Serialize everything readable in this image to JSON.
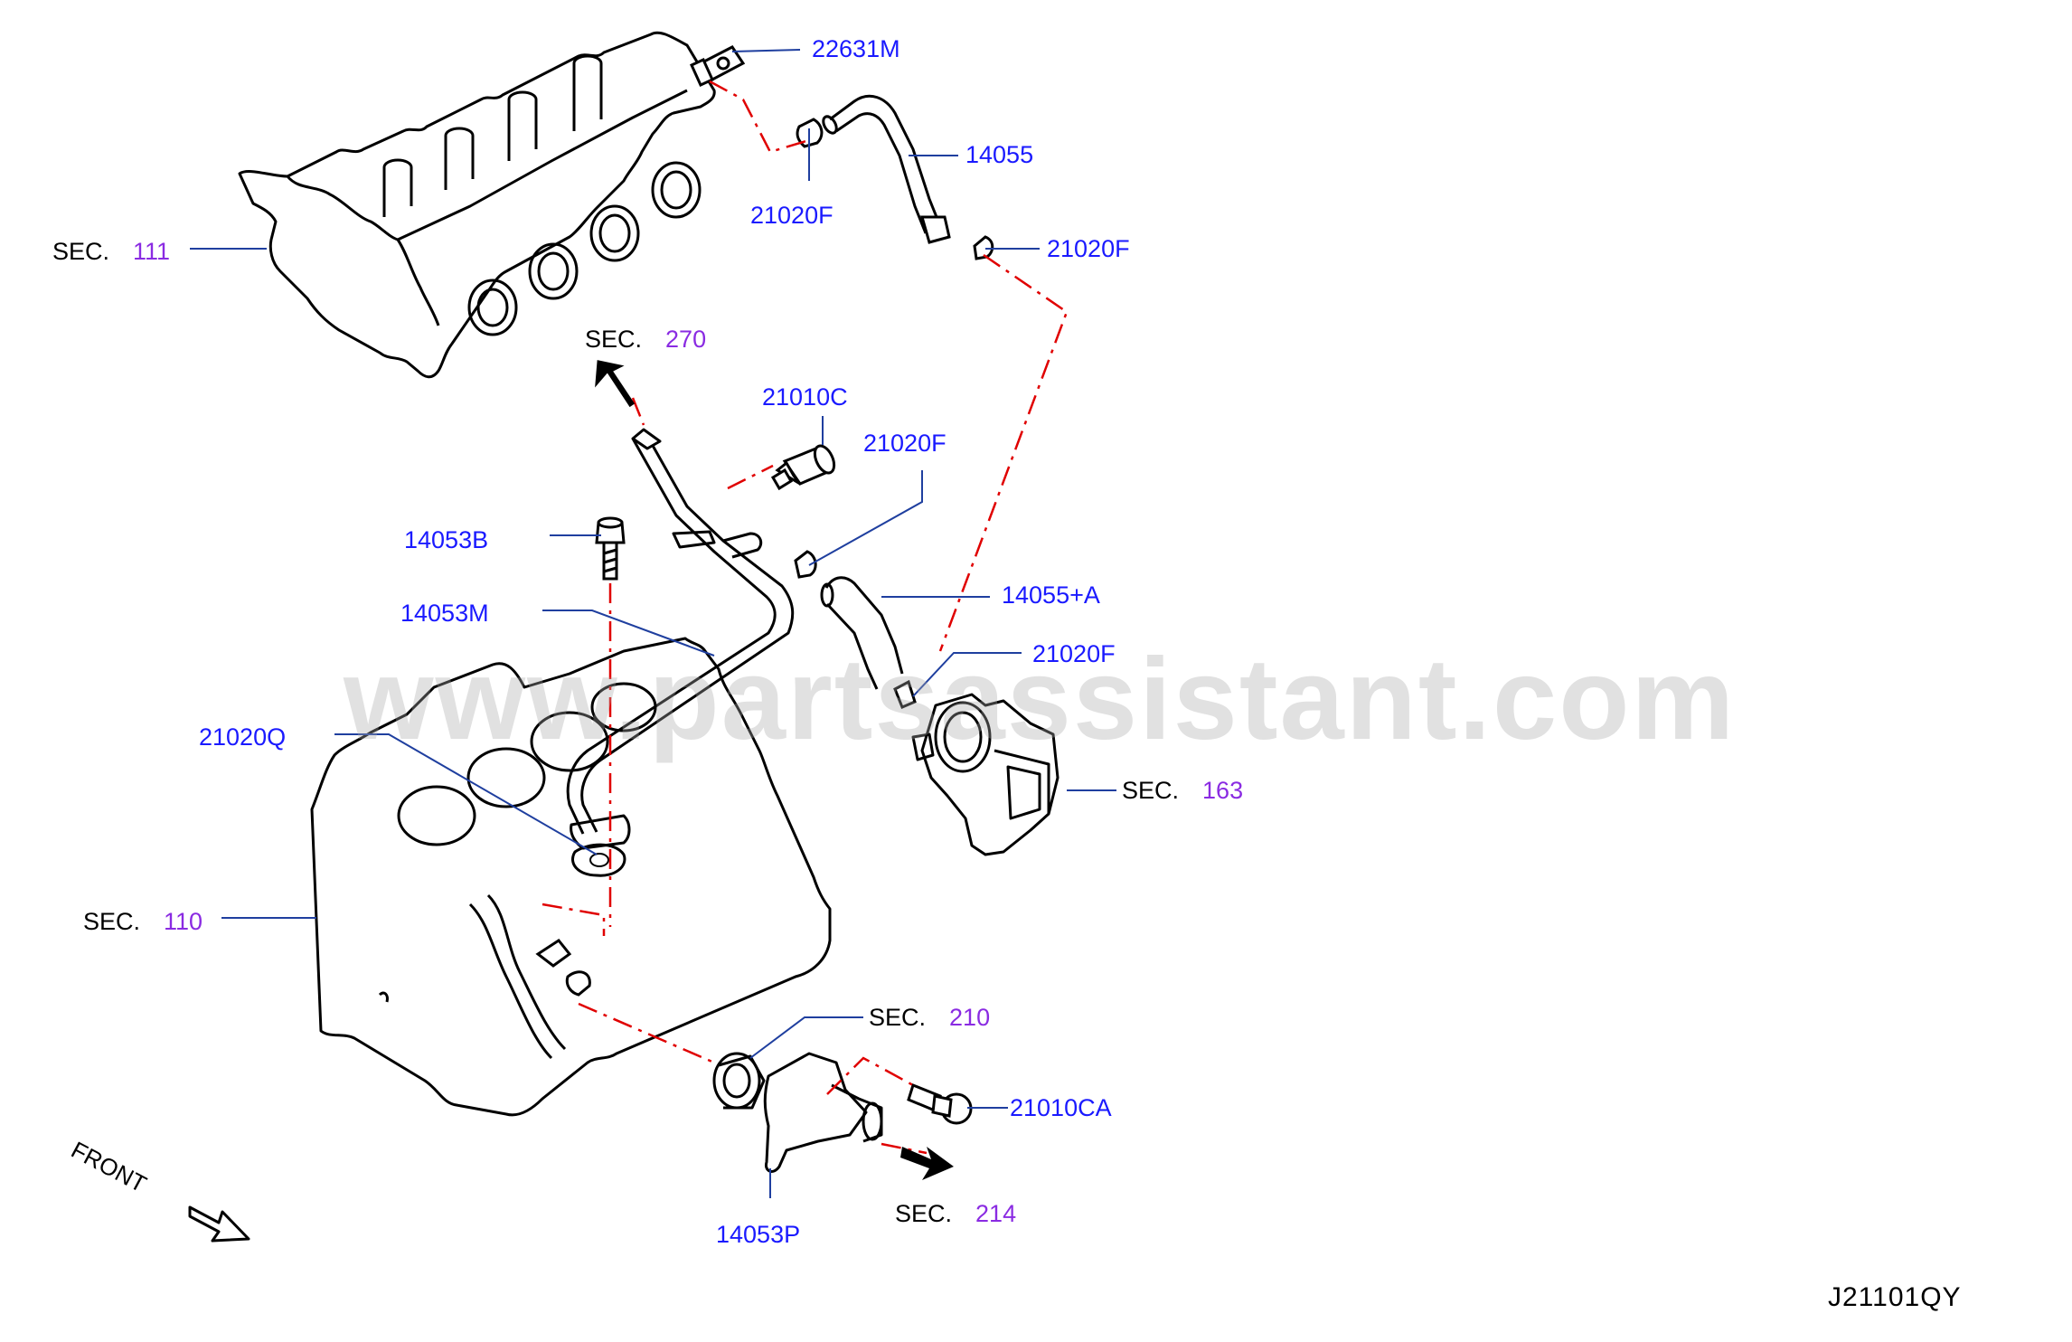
{
  "watermark": "www.partsassistant.com",
  "diagram_id": "J21101QY",
  "front_label": "FRONT",
  "colors": {
    "part_label": "#1a1aff",
    "section_number": "#8a2be2",
    "leader": "#1f3f9f",
    "dash": "#e00000",
    "outline": "#000000"
  },
  "part_labels": {
    "p22631M": "22631M",
    "p14055": "14055",
    "p21020F_a": "21020F",
    "p21020F_b": "21020F",
    "p21010C": "21010C",
    "p21020F_c": "21020F",
    "p14053B": "14053B",
    "p14055A": "14055+A",
    "p14053M": "14053M",
    "p21020F_d": "21020F",
    "p21020Q": "21020Q",
    "p21010CA": "21010CA",
    "p14053P": "14053P"
  },
  "sections": {
    "s111": {
      "prefix": "SEC.",
      "number": "111"
    },
    "s270": {
      "prefix": "SEC.",
      "number": "270"
    },
    "s163": {
      "prefix": "SEC.",
      "number": "163"
    },
    "s110": {
      "prefix": "SEC.",
      "number": "110"
    },
    "s210": {
      "prefix": "SEC.",
      "number": "210"
    },
    "s214": {
      "prefix": "SEC.",
      "number": "214"
    }
  }
}
